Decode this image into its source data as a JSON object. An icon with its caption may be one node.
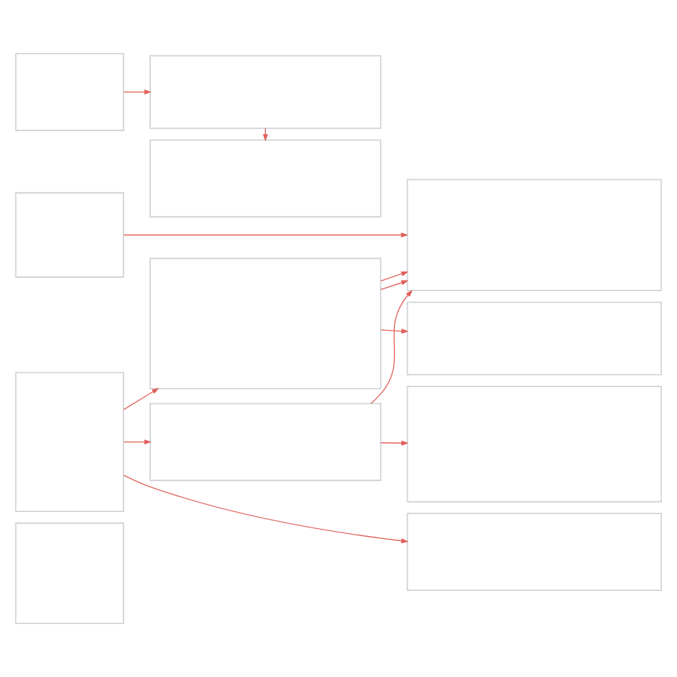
{
  "diagram": {
    "nodes": [
      {
        "text": [],
        "shape": "box"
      },
      {
        "text": [],
        "shape": "box"
      },
      {
        "text": [],
        "shape": "box"
      },
      {
        "text": [],
        "shape": "box"
      },
      {
        "text": [],
        "shape": "box"
      },
      {
        "text": [],
        "shape": "box"
      },
      {
        "text": [],
        "shape": "box"
      },
      {
        "text": [],
        "shape": "box"
      },
      {
        "text": [],
        "shape": "box"
      },
      {
        "text": [],
        "shape": "box"
      },
      {
        "text": [],
        "shape": "box"
      },
      {
        "text": [],
        "shape": "box"
      }
    ],
    "edges": [
      {
        "from": 0,
        "to": 1,
        "arrow": "to"
      },
      {
        "from": 1,
        "to": 3,
        "arrow": "to"
      },
      {
        "from": 6,
        "to": 2,
        "arrow": "to"
      },
      {
        "from": 5,
        "to": 4,
        "arrow": "to"
      },
      {
        "from": 6,
        "to": 4,
        "arrow": "to"
      },
      {
        "from": 6,
        "to": 4,
        "arrow": "to"
      },
      {
        "from": 7,
        "to": 8,
        "arrow": "to"
      },
      {
        "from": 7,
        "to": 6,
        "arrow": "to"
      },
      {
        "from": 7,
        "to": 9,
        "arrow": "to"
      },
      {
        "from": 9,
        "to": 4,
        "arrow": "to"
      },
      {
        "from": 9,
        "to": 11,
        "arrow": "to"
      }
    ]
  }
}
